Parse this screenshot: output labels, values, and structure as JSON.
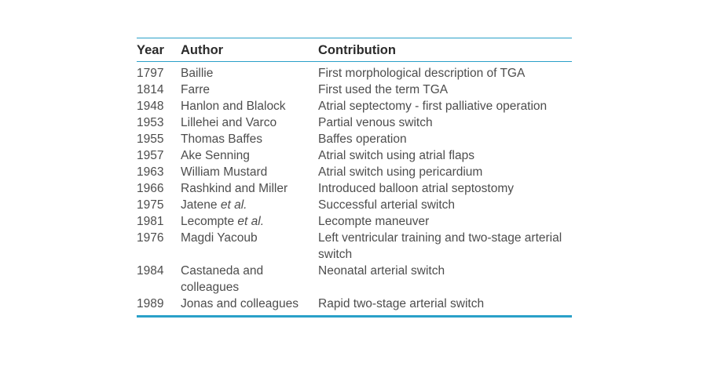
{
  "table": {
    "headers": {
      "year": "Year",
      "author": "Author",
      "contribution": "Contribution"
    },
    "rows": [
      {
        "year": "1797",
        "author": "Baillie",
        "author_suffix": "",
        "contribution": "First morphological description of TGA"
      },
      {
        "year": "1814",
        "author": "Farre",
        "author_suffix": "",
        "contribution": "First used the term TGA"
      },
      {
        "year": "1948",
        "author": "Hanlon and Blalock",
        "author_suffix": "",
        "contribution": "Atrial septectomy - first palliative operation"
      },
      {
        "year": "1953",
        "author": "Lillehei and Varco",
        "author_suffix": "",
        "contribution": "Partial venous switch"
      },
      {
        "year": "1955",
        "author": "Thomas Baffes",
        "author_suffix": "",
        "contribution": "Baffes operation"
      },
      {
        "year": "1957",
        "author": "Ake Senning",
        "author_suffix": "",
        "contribution": "Atrial switch using atrial flaps"
      },
      {
        "year": "1963",
        "author": "William Mustard",
        "author_suffix": "",
        "contribution": "Atrial switch using pericardium"
      },
      {
        "year": "1966",
        "author": "Rashkind and Miller",
        "author_suffix": "",
        "contribution": "Introduced balloon atrial septostomy"
      },
      {
        "year": "1975",
        "author": "Jatene ",
        "author_suffix": "et al.",
        "contribution": "Successful arterial switch"
      },
      {
        "year": "1981",
        "author": "Lecompte ",
        "author_suffix": "et al.",
        "contribution": "Lecompte maneuver"
      },
      {
        "year": "1976",
        "author": "Magdi Yacoub",
        "author_suffix": "",
        "contribution": "Left ventricular training and two-stage arterial switch"
      },
      {
        "year": "1984",
        "author": "Castaneda and colleagues",
        "author_suffix": "",
        "contribution": "Neonatal arterial switch"
      },
      {
        "year": "1989",
        "author": "Jonas and colleagues",
        "author_suffix": "",
        "contribution": "Rapid two-stage arterial switch"
      }
    ]
  },
  "colors": {
    "rule": "#2aa0c8",
    "text": "#4d4d4d",
    "header_text": "#2b2b2b"
  }
}
